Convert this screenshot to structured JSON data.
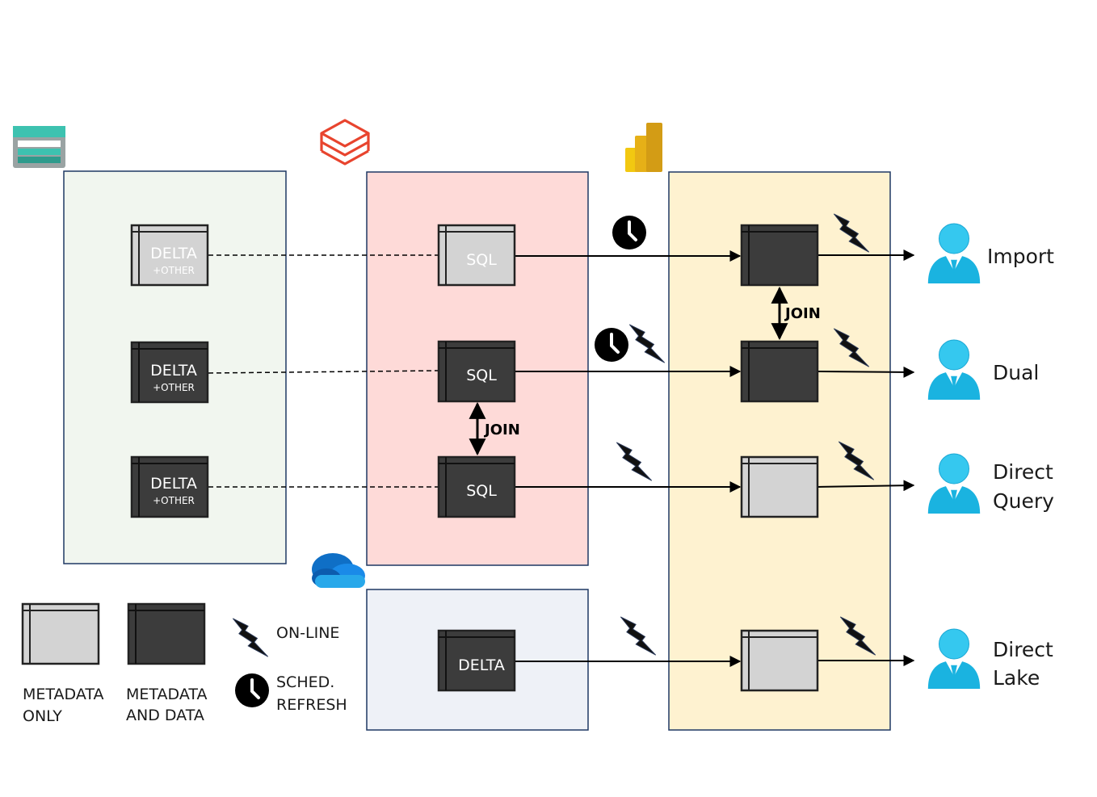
{
  "sources": {
    "tables": [
      {
        "label": "DELTA",
        "sub": "+OTHER",
        "kind": "metadata"
      },
      {
        "label": "DELTA",
        "sub": "+OTHER",
        "kind": "data"
      },
      {
        "label": "DELTA",
        "sub": "+OTHER",
        "kind": "data"
      }
    ]
  },
  "engine": {
    "tables": [
      {
        "label": "SQL",
        "kind": "metadata"
      },
      {
        "label": "SQL",
        "kind": "data"
      },
      {
        "label": "SQL",
        "kind": "data"
      }
    ],
    "join_label": "JOIN"
  },
  "onelake": {
    "table": {
      "label": "DELTA",
      "kind": "data"
    }
  },
  "model": {
    "join_label": "JOIN"
  },
  "modes": [
    {
      "line1": "Import",
      "line2": ""
    },
    {
      "line1": "Dual",
      "line2": ""
    },
    {
      "line1": "Direct",
      "line2": "Query"
    },
    {
      "line1": "Direct",
      "line2": "Lake"
    }
  ],
  "legend": {
    "metadata_only": {
      "line1": "METADATA",
      "line2": "ONLY"
    },
    "metadata_and_data": {
      "line1": "METADATA",
      "line2": "AND DATA"
    },
    "online": "ON-LINE",
    "sched_refresh": {
      "line1": "SCHED.",
      "line2": "REFRESH"
    }
  },
  "colors": {
    "lake_panel": "#f1f6ef",
    "engine_panel": "#fedad8",
    "onelake_panel": "#eef1f7",
    "model_panel": "#fef2d0",
    "data_table": "#3c3c3c",
    "metadata_table": "#d3d3d3",
    "user": "#1ab3e0"
  }
}
